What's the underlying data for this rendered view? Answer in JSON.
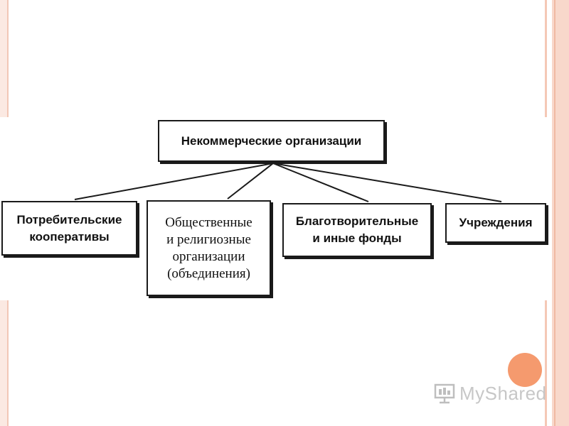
{
  "diagram": {
    "root": {
      "label": "Некоммерческие организации"
    },
    "children": [
      {
        "label": "Потребительские\nкооперативы"
      },
      {
        "label": "Общественные\nи религиозные\nорганизации\n(объединения)"
      },
      {
        "label": "Благотворительные\nи иные фонды"
      },
      {
        "label": "Учреждения"
      }
    ]
  },
  "watermark": {
    "brand": "MyShared",
    "icon": "presentation-board-icon"
  },
  "colors": {
    "accent_dot": "#f59a6e",
    "slide_edge": "#f8d8cb",
    "ink": "#1a1a1a"
  }
}
